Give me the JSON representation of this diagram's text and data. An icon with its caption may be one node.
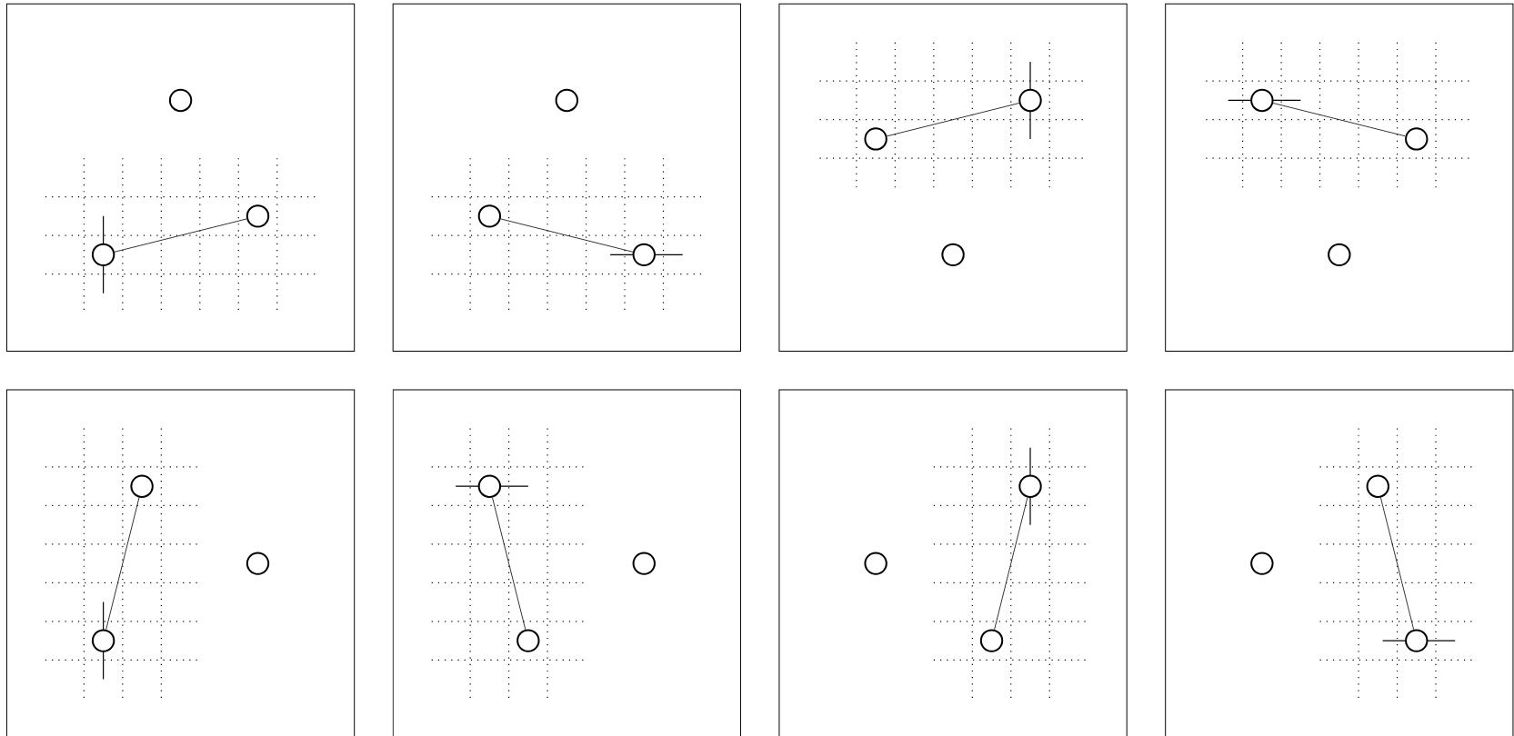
{
  "diagram": {
    "nodes": [
      {
        "text": [],
        "shape": "circle"
      },
      {
        "text": [],
        "shape": "circle"
      },
      {
        "text": [],
        "shape": "circle"
      },
      {
        "text": [],
        "shape": "circle"
      },
      {
        "text": [],
        "shape": "circle"
      },
      {
        "text": [],
        "shape": "circle"
      },
      {
        "text": [],
        "shape": "circle"
      },
      {
        "text": [],
        "shape": "circle"
      },
      {
        "text": [],
        "shape": "circle"
      },
      {
        "text": [],
        "shape": "circle"
      },
      {
        "text": [],
        "shape": "circle"
      },
      {
        "text": [],
        "shape": "circle"
      },
      {
        "text": [],
        "shape": "circle"
      },
      {
        "text": [],
        "shape": "circle"
      },
      {
        "text": [],
        "shape": "circle"
      },
      {
        "text": [],
        "shape": "circle"
      },
      {
        "text": [],
        "shape": "circle"
      },
      {
        "text": [],
        "shape": "circle"
      },
      {
        "text": [],
        "shape": "circle"
      },
      {
        "text": [],
        "shape": "circle"
      },
      {
        "text": [],
        "shape": "circle"
      },
      {
        "text": [],
        "shape": "circle"
      },
      {
        "text": [],
        "shape": "circle"
      },
      {
        "text": [],
        "shape": "circle"
      }
    ],
    "edges": [
      {
        "from": 2,
        "to": 1,
        "arrow": "none"
      },
      {
        "from": 4,
        "to": 5,
        "arrow": "none"
      },
      {
        "from": 6,
        "to": 7,
        "arrow": "none"
      },
      {
        "from": 9,
        "to": 10,
        "arrow": "none"
      },
      {
        "from": 14,
        "to": 12,
        "arrow": "none"
      },
      {
        "from": 15,
        "to": 17,
        "arrow": "none"
      },
      {
        "from": 20,
        "to": 18,
        "arrow": "none"
      },
      {
        "from": 21,
        "to": 23,
        "arrow": "none"
      }
    ]
  }
}
